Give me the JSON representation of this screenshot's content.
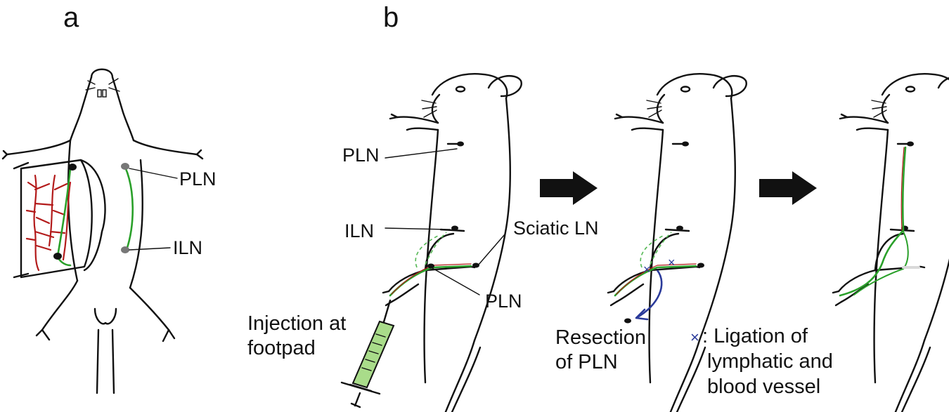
{
  "panels": {
    "a": {
      "letter": "a",
      "labels": {
        "pln": "PLN",
        "iln": "ILN"
      }
    },
    "b": {
      "letter": "b",
      "labels": {
        "pln_upper": "PLN",
        "iln": "ILN",
        "sciatic": "Sciatic LN",
        "pln_lower": "PLN",
        "injection_line1": "Injection at",
        "injection_line2": "footpad",
        "resection_line1": "Resection",
        "resection_line2": "of PLN",
        "ligation_marker": "×",
        "ligation_line1": ": Ligation of",
        "ligation_line2": "lymphatic and",
        "ligation_line3": "blood vessel"
      }
    }
  },
  "colors": {
    "ink": "#111111",
    "blood_vessel": "#b31b1b",
    "lymphatic": "#2aa02a",
    "ligation": "#2a3a9a",
    "node_gray": "#777777"
  }
}
